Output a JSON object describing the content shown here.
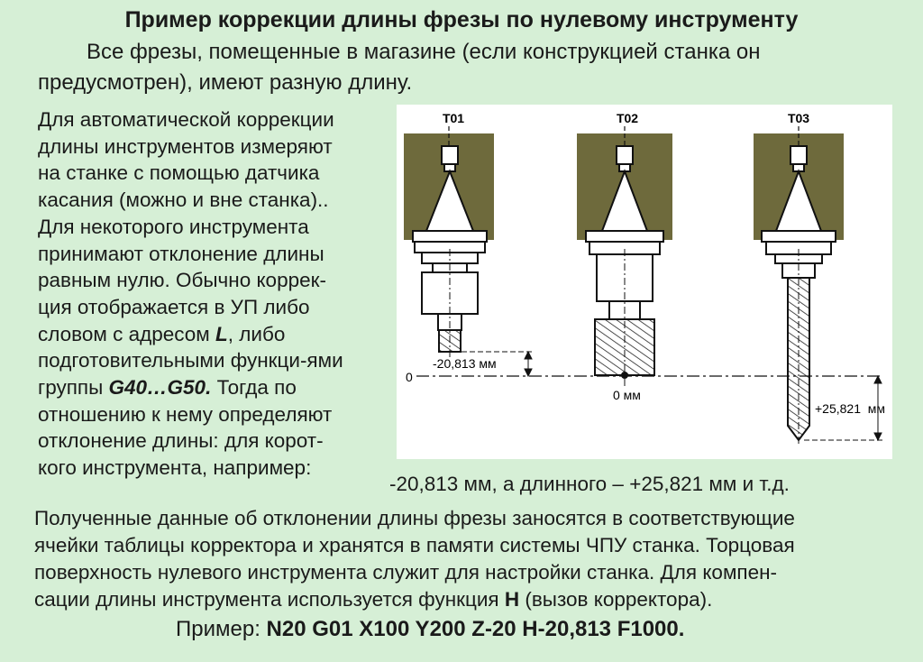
{
  "title": "Пример коррекции длины фрезы по нулевому инструменту",
  "intro": {
    "line1": "Все фрезы, помещенные в магазине (если конструкцией станка он",
    "line2": "предусмотрен), имеют разную длину."
  },
  "paragraph": {
    "l1": "Для автоматической коррекции",
    "l2": "длины инструментов измеряют",
    "l3": "на станке с помощью датчика",
    "l4": "касания (можно и вне станка)..",
    "l5": "Для некоторого инструмента",
    "l6": "принимают отклонение длины",
    "l7": "равным нулю. Обычно коррек-",
    "l8": "ция отображается в УП либо",
    "l9a": "словом с адресом ",
    "l9b": "L",
    "l9c": ", либо",
    "l10": "подготовительными функци-ями",
    "l11a": "группы ",
    "l11b": "G40…G50.",
    "l11c": " Тогда по",
    "l12": "отношению к нему определяют",
    "l13": "отклонение длины: для корот-",
    "l14": "кого инструмента, например:",
    "l14b": "-20,813 мм, а длинного – +25,821 мм и т.д."
  },
  "bottom": {
    "l1": "Полученные данные об отклонении длины фрезы заносятся в соответствующие",
    "l2": "ячейки таблицы корректора и хранятся в памяти системы ЧПУ станка. Торцовая",
    "l3": "поверхность нулевого инструмента служит для настройки станка. Для компен-",
    "l4a": "сации длины инструмента используется функция ",
    "l4b": "H",
    "l4c": " (вызов корректора)."
  },
  "example": {
    "prefix": "Пример: ",
    "code": "N20 G01 X100 Y200 Z-20 H-20,813 F1000."
  },
  "diagram": {
    "tools": [
      "T01",
      "T02",
      "T03"
    ],
    "zero_label": "0",
    "short_offset": "-20,813 мм",
    "zero_offset": "0 мм",
    "long_offset": "+25,821",
    "long_offset_unit": "мм"
  },
  "colors": {
    "background": "#d6efd6",
    "spindle": "#6e6a3c"
  }
}
